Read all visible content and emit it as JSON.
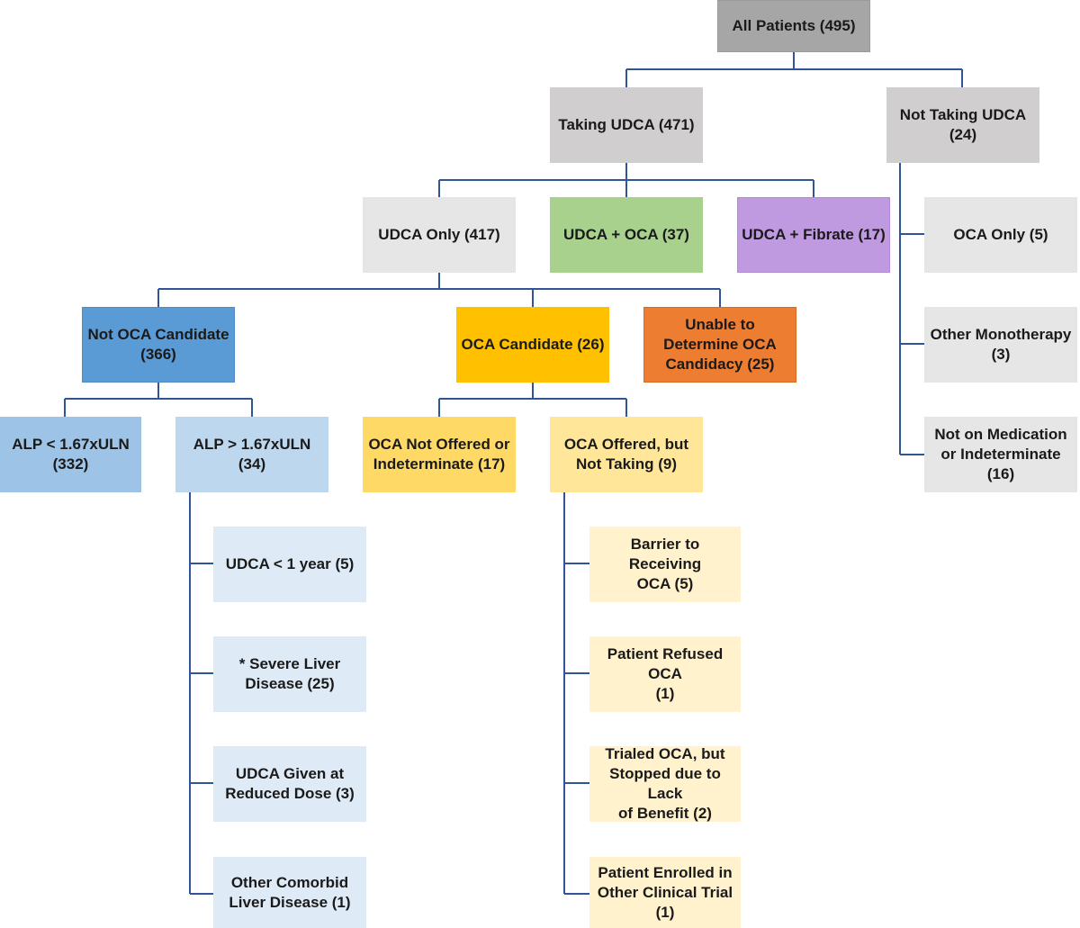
{
  "nodes": {
    "all_patients": "All Patients (495)",
    "taking_udca": "Taking UDCA (471)",
    "not_taking_udca": "Not Taking UDCA\n(24)",
    "udca_only": "UDCA Only (417)",
    "udca_oca": "UDCA + OCA (37)",
    "udca_fibrate": "UDCA + Fibrate (17)",
    "oca_only": "OCA Only (5)",
    "other_monotherapy": "Other Monotherapy\n(3)",
    "not_on_medication": "Not on Medication\nor Indeterminate\n(16)",
    "not_oca_candidate": "Not OCA Candidate\n(366)",
    "oca_candidate": "OCA Candidate (26)",
    "unable_to_determine": "Unable to\nDetermine OCA\nCandidacy (25)",
    "alp_low": "ALP < 1.67xULN\n(332)",
    "alp_high": "ALP > 1.67xULN (34)",
    "oca_not_offered": "OCA Not Offered or\nIndeterminate (17)",
    "oca_offered_not_taking": "OCA Offered, but\nNot Taking (9)",
    "udca_lt_1_year": "UDCA < 1 year (5)",
    "severe_liver_disease": "* Severe Liver\nDisease (25)",
    "udca_reduced_dose": "UDCA Given at\nReduced Dose (3)",
    "other_comorbid": "Other Comorbid\nLiver Disease (1)",
    "barrier_receiving": "Barrier to Receiving\nOCA (5)",
    "patient_refused": "Patient Refused OCA\n(1)",
    "trialed_oca": "Trialed OCA, but\nStopped due to Lack\nof Benefit (2)",
    "clinical_trial": "Patient Enrolled in\nOther Clinical Trial\n(1)"
  },
  "colors": {
    "connector": "#2f5597",
    "gray_root": "#a6a6a6",
    "gray_light": "#d0cece",
    "gray_pale": "#e7e6e6",
    "green": "#a9d18e",
    "purple": "#c09ae0",
    "blue_dark": "#5b9bd5",
    "blue_mid": "#9dc3e6",
    "blue_light": "#bdd7ee",
    "blue_pale": "#deebf7",
    "yellow_dark": "#ffc000",
    "yellow_mid": "#ffd966",
    "yellow_light": "#ffe699",
    "yellow_pale": "#fff2cc",
    "orange": "#ed7d31"
  }
}
